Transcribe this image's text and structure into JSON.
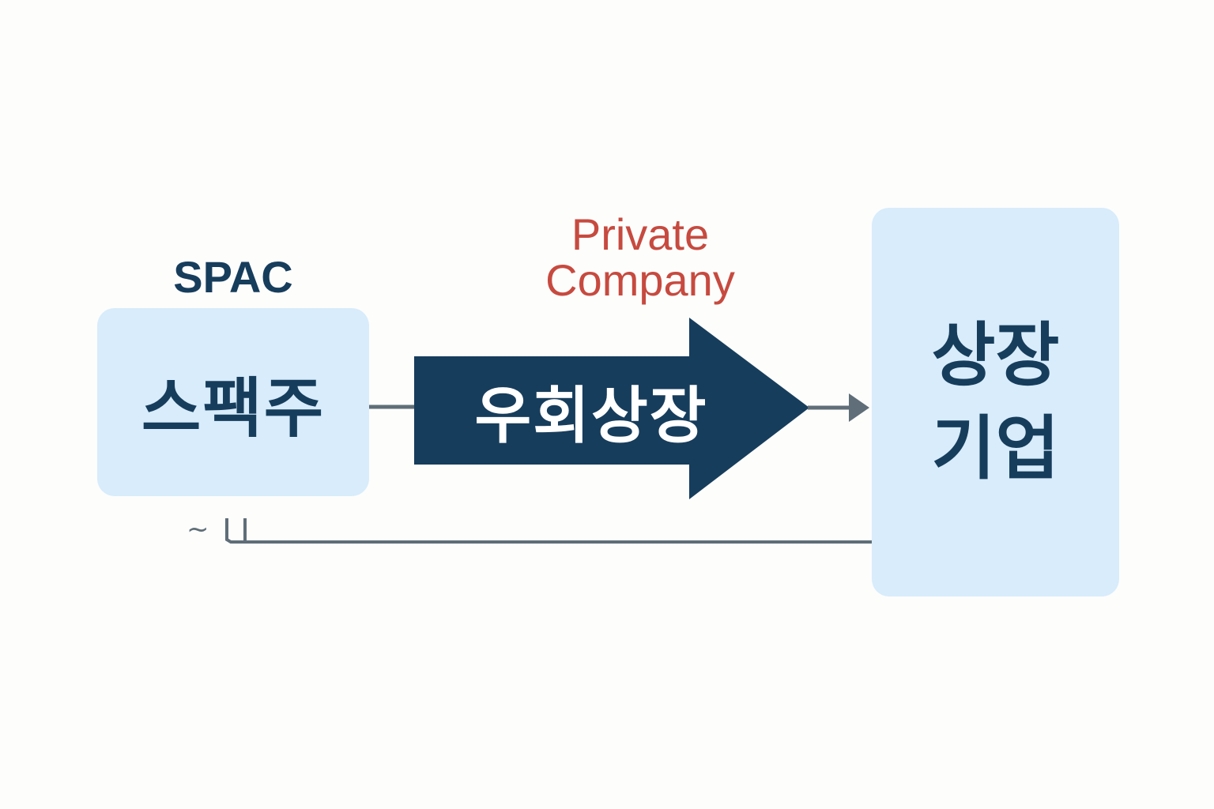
{
  "diagram": {
    "spac_label": "SPAC",
    "spac_box_text": "스팩주",
    "private_company_line1": "Private",
    "private_company_line2": "Company",
    "arrow_text": "우회상장",
    "listed_box_line1": "상장",
    "listed_box_line2": "기업",
    "bottom_glyph": "~"
  },
  "colors": {
    "box_fill": "#d8ecfb",
    "navy": "#173d5c",
    "red": "#c74a3f",
    "connector": "#5f6e78"
  }
}
